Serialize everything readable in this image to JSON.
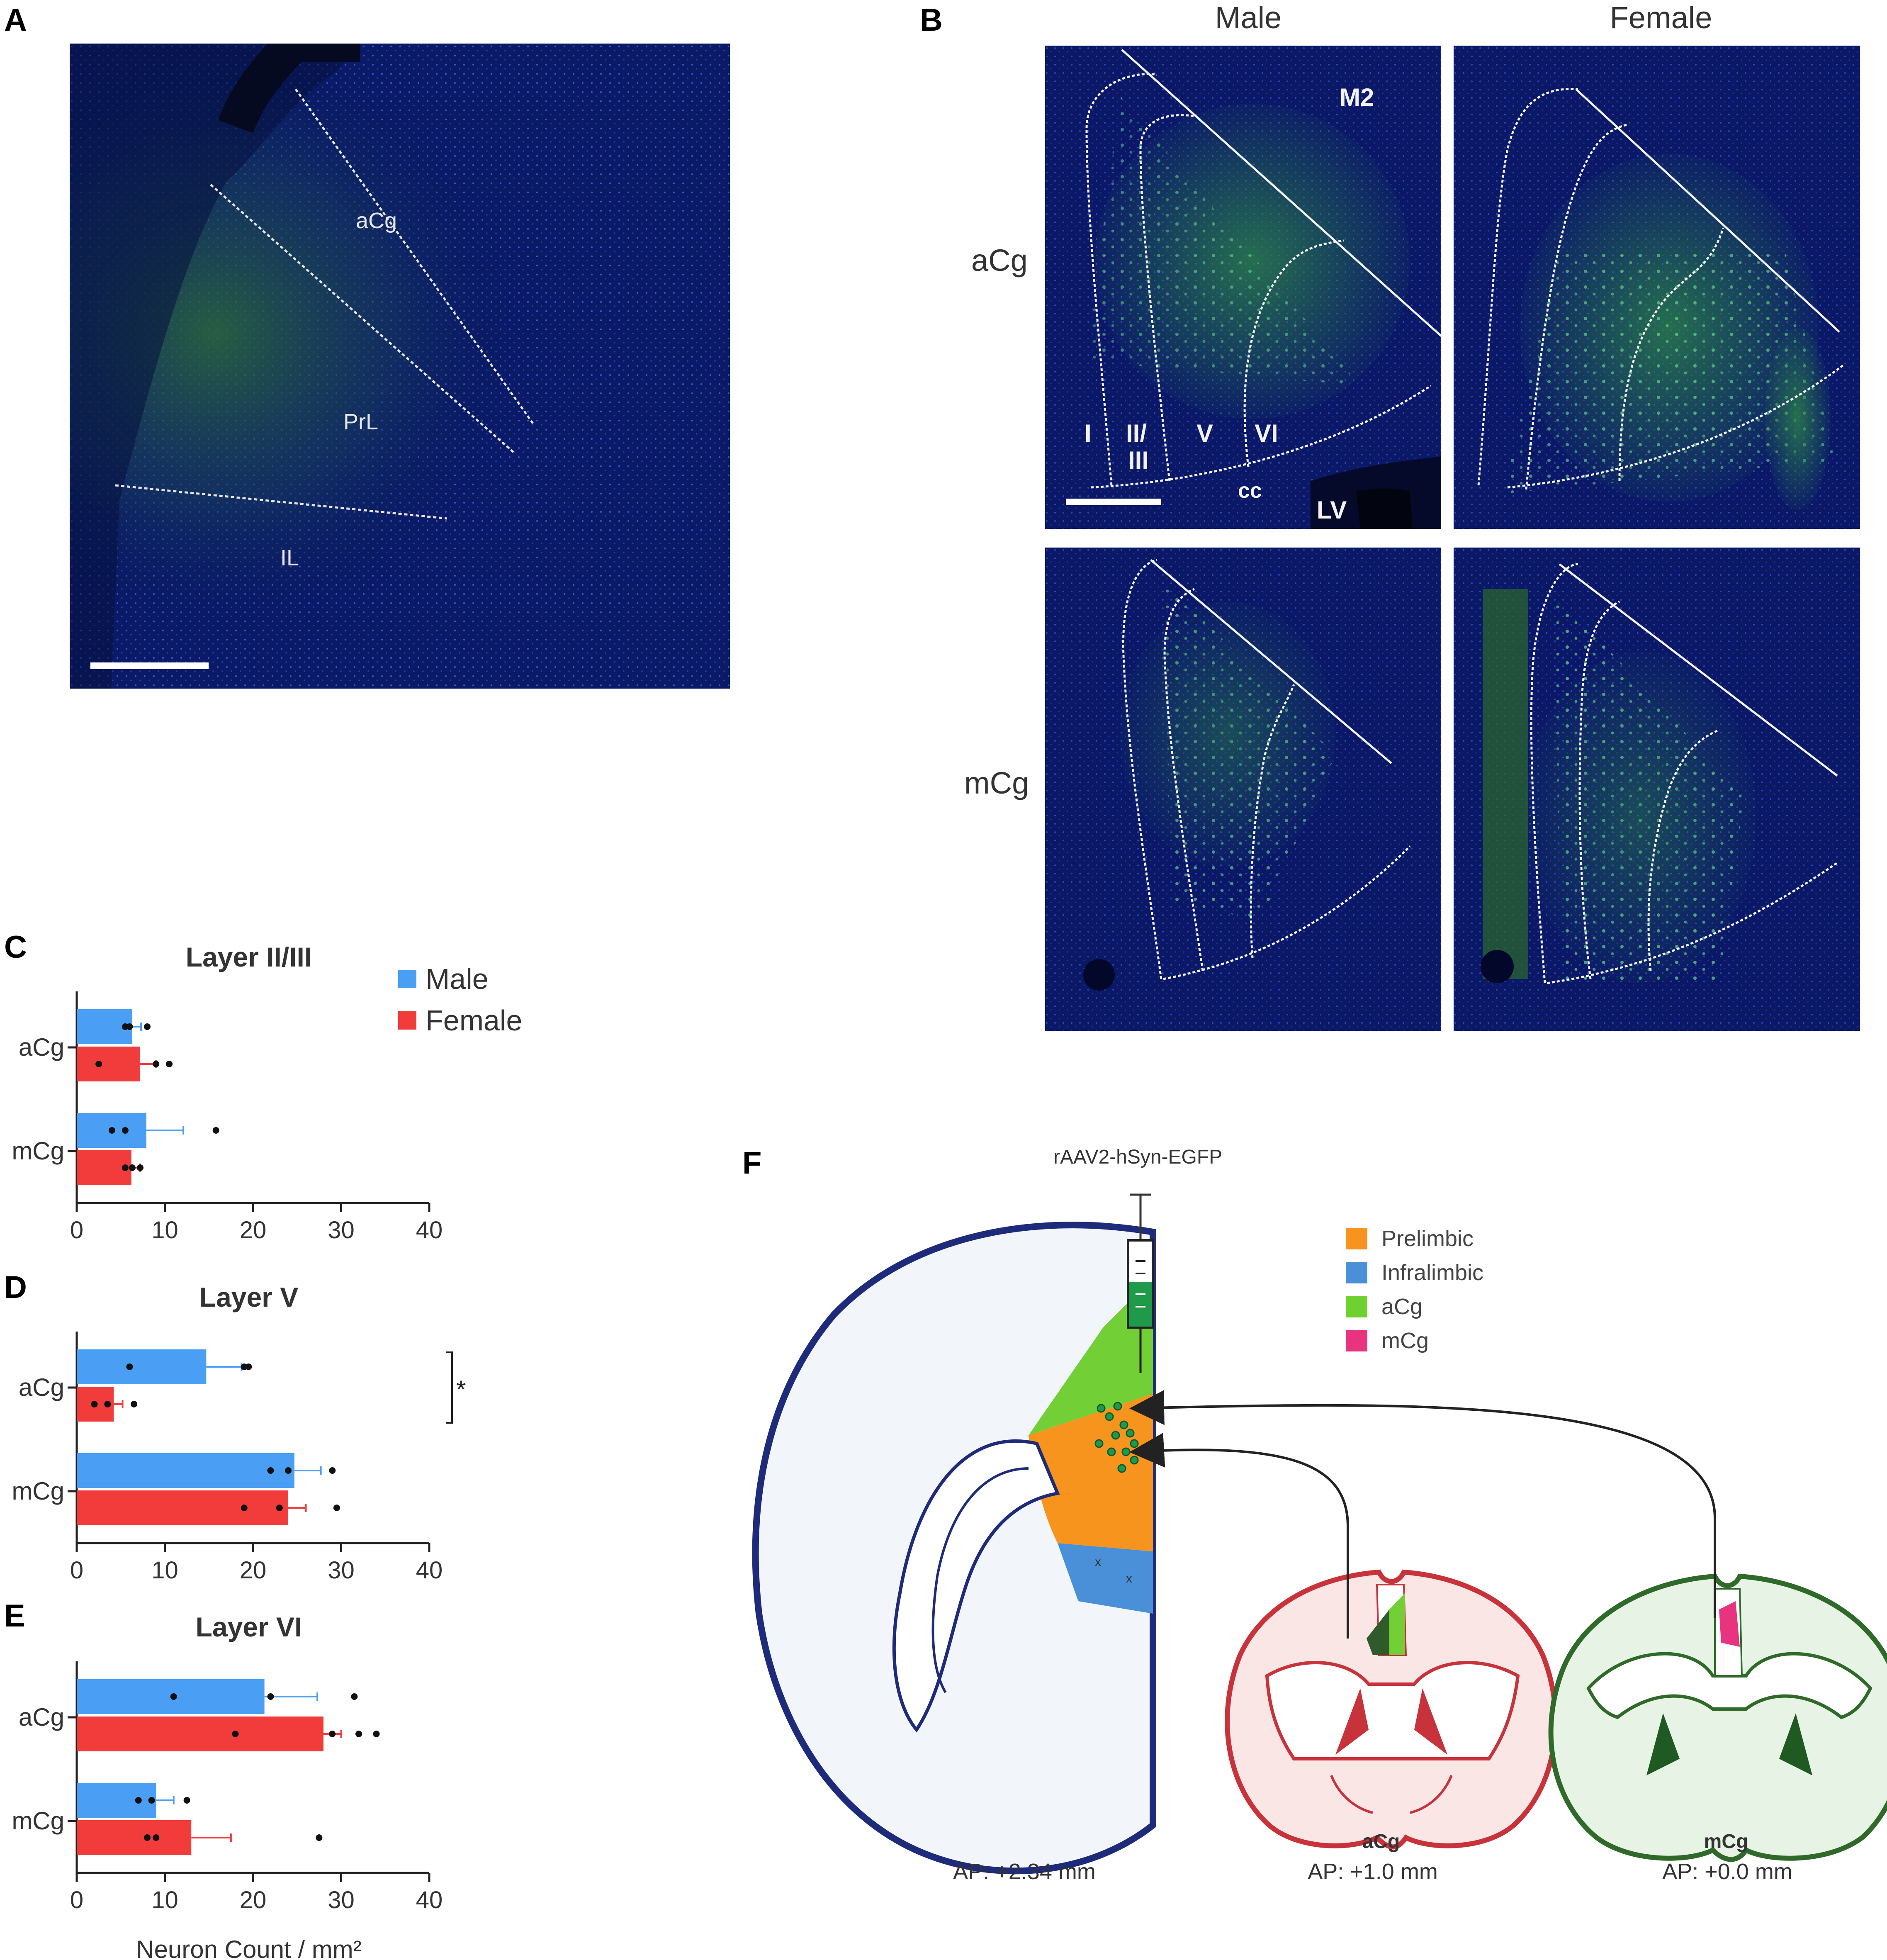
{
  "panels": {
    "A": {
      "label": "A",
      "regions": [
        "aCg",
        "PrL",
        "IL"
      ]
    },
    "B": {
      "label": "B",
      "columns": [
        "Male",
        "Female"
      ],
      "rows": [
        "aCg",
        "mCg"
      ],
      "layers": [
        "I",
        "II/",
        "III",
        "V",
        "VI"
      ],
      "annotations": [
        "M2",
        "cc",
        "LV"
      ]
    },
    "C": {
      "label": "C"
    },
    "D": {
      "label": "D"
    },
    "E": {
      "label": "E"
    },
    "F": {
      "label": "F",
      "injection": "rAAV2-hSyn-EGFP",
      "legend": [
        {
          "name": "Prelimbic",
          "color": "#f7941d"
        },
        {
          "name": "Infralimbic",
          "color": "#4a90d9"
        },
        {
          "name": "aCg",
          "color": "#6ed12f"
        },
        {
          "name": "mCg",
          "color": "#e8337f"
        }
      ],
      "sections": [
        {
          "name": "",
          "ap": "AP: +2.34 mm"
        },
        {
          "name": "aCg",
          "ap": "AP: +1.0 mm"
        },
        {
          "name": "mCg",
          "ap": "AP: +0.0 mm"
        }
      ]
    }
  },
  "legend_cde": [
    {
      "name": "Male",
      "color": "#4a9ff5"
    },
    {
      "name": "Female",
      "color": "#f23c3c"
    }
  ],
  "chart_data": [
    {
      "type": "bar",
      "orientation": "horizontal",
      "title": "Layer II/III",
      "categories": [
        "aCg",
        "mCg"
      ],
      "xlim": [
        0,
        40
      ],
      "xticks": [
        0,
        10,
        20,
        30,
        40
      ],
      "series": [
        {
          "name": "Male",
          "values": [
            6.3,
            7.9
          ],
          "errors": [
            1.0,
            4.2
          ],
          "points": [
            [
              5.5,
              6.0,
              8.0
            ],
            [
              4.0,
              5.5,
              15.8
            ]
          ]
        },
        {
          "name": "Female",
          "values": [
            7.2,
            6.2
          ],
          "errors": [
            1.8,
            1.0
          ],
          "points": [
            [
              2.5,
              9.0,
              10.5
            ],
            [
              5.5,
              6.3,
              7.2
            ]
          ]
        }
      ]
    },
    {
      "type": "bar",
      "orientation": "horizontal",
      "title": "Layer V",
      "categories": [
        "aCg",
        "mCg"
      ],
      "xlim": [
        0,
        40
      ],
      "xticks": [
        0,
        10,
        20,
        30,
        40
      ],
      "significance": "*",
      "series": [
        {
          "name": "Male",
          "values": [
            14.7,
            24.7
          ],
          "errors": [
            4.0,
            3.0
          ],
          "points": [
            [
              6.0,
              19.0,
              19.5
            ],
            [
              22.0,
              24.0,
              29.0
            ]
          ]
        },
        {
          "name": "Female",
          "values": [
            4.2,
            24.0
          ],
          "errors": [
            1.0,
            2.0
          ],
          "points": [
            [
              2.0,
              3.5,
              6.5
            ],
            [
              19.0,
              23.0,
              29.5
            ]
          ]
        }
      ]
    },
    {
      "type": "bar",
      "orientation": "horizontal",
      "title": "Layer VI",
      "categories": [
        "aCg",
        "mCg"
      ],
      "xlim": [
        0,
        40
      ],
      "xticks": [
        0,
        10,
        20,
        30,
        40
      ],
      "xlabel": "Neuron Count / mm²",
      "series": [
        {
          "name": "Male",
          "values": [
            21.3,
            9.0
          ],
          "errors": [
            6.0,
            2.0
          ],
          "points": [
            [
              11.0,
              22.0,
              31.5
            ],
            [
              7.0,
              8.5,
              12.5
            ]
          ]
        },
        {
          "name": "Female",
          "values": [
            28.0,
            13.0
          ],
          "errors": [
            2.0,
            4.5
          ],
          "points": [
            [
              18.0,
              29.0,
              32.0,
              34.0
            ],
            [
              8.0,
              9.0,
              27.5
            ]
          ]
        }
      ]
    }
  ]
}
